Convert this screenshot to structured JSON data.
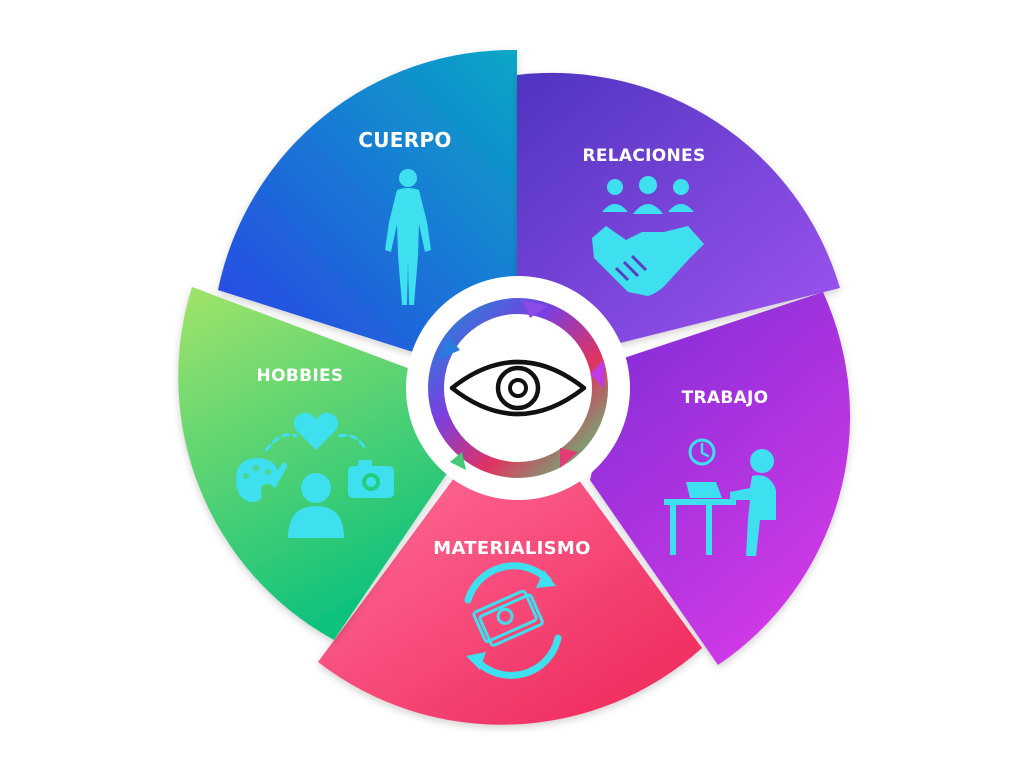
{
  "segments": [
    {
      "id": "cuerpo",
      "label": "CUERPO",
      "icon": "human-body-icon",
      "colors": [
        "#0a9fc4",
        "#2c4fe0"
      ]
    },
    {
      "id": "relaciones",
      "label": "RELACIONES",
      "icon": "handshake-group-icon",
      "colors": [
        "#5b35c8",
        "#9b52ef"
      ]
    },
    {
      "id": "trabajo",
      "label": "TRABAJO",
      "icon": "desk-worker-icon",
      "colors": [
        "#8a2ee0",
        "#c83ae8"
      ]
    },
    {
      "id": "materialismo",
      "label": "MATERIALISMO",
      "icon": "money-cycle-icon",
      "colors": [
        "#ff5c8a",
        "#f0285c"
      ]
    },
    {
      "id": "hobbies",
      "label": "HOBBIES",
      "icon": "hobbies-icon",
      "colors": [
        "#8ee06a",
        "#17c47a"
      ]
    }
  ],
  "center": {
    "icon": "eye-icon"
  },
  "icon_color": "#3ee0ef"
}
